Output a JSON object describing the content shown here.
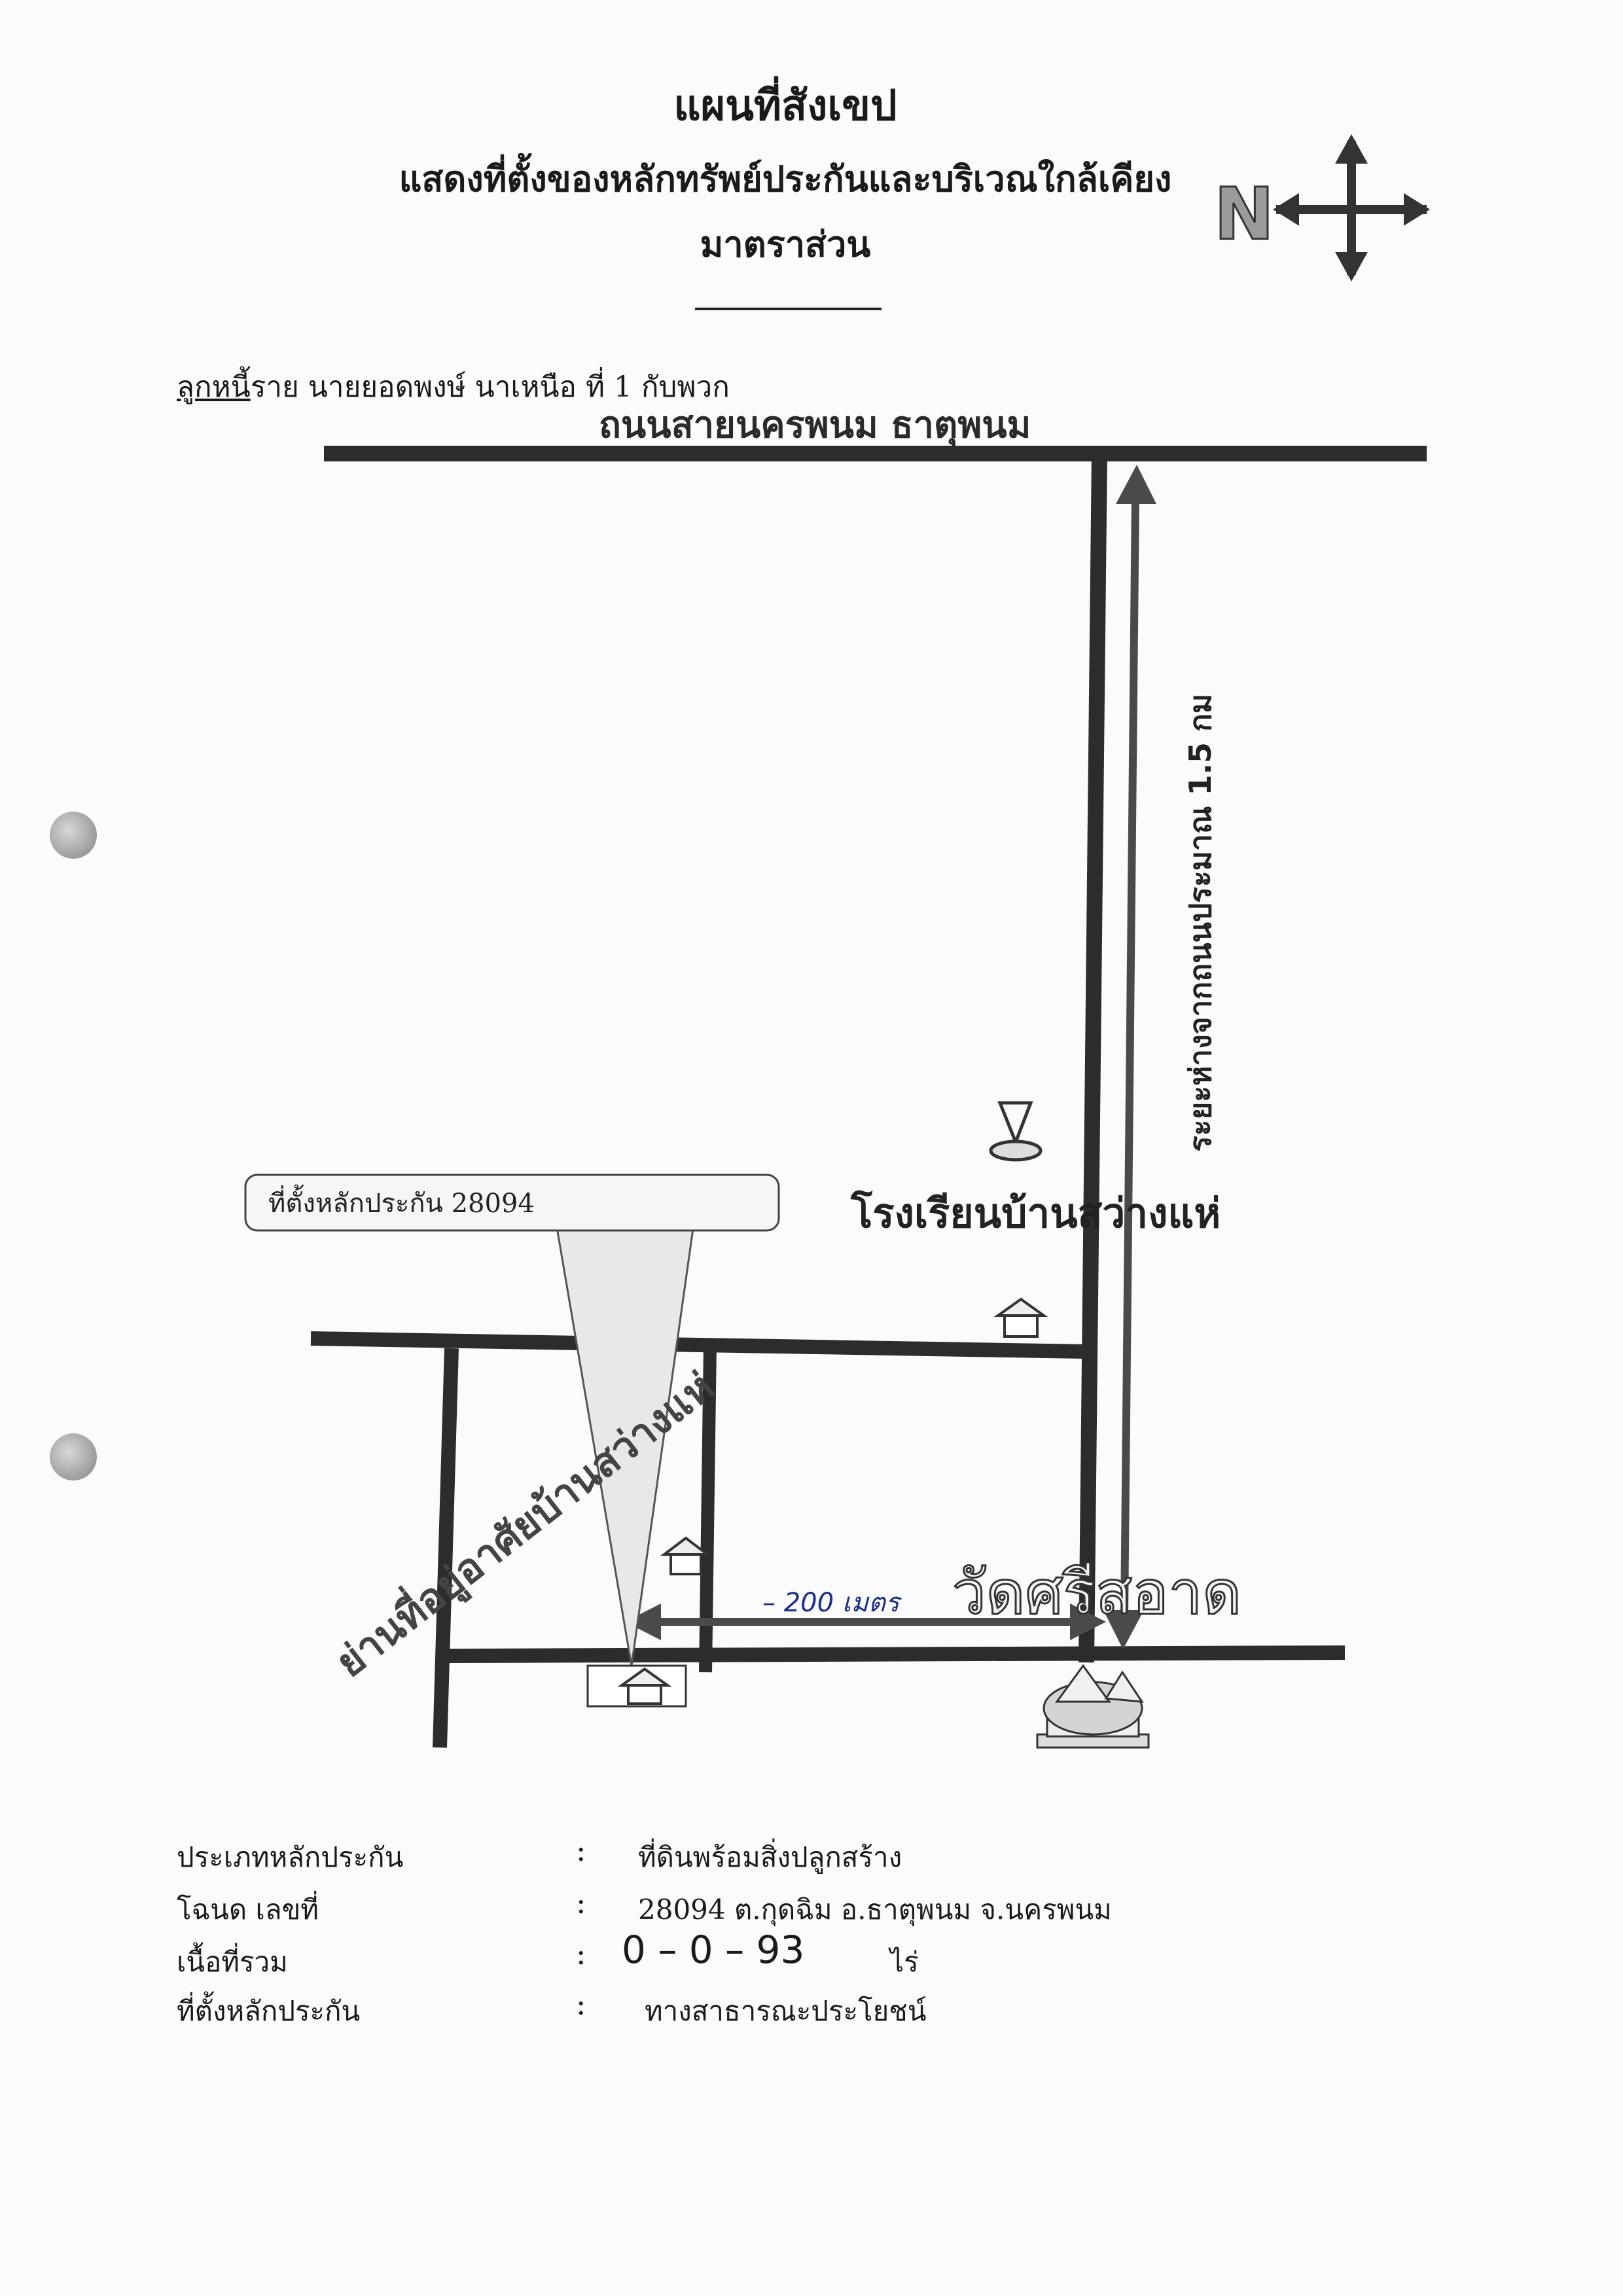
{
  "title": {
    "main": "แผนที่สังเขป",
    "sub": "แสดงที่ตั้งของหลักทรัพย์ประกันและบริเวณใกล้เคียง",
    "scale": "มาตราส่วน"
  },
  "compass": {
    "letter": "N",
    "icon": "north-arrow-icon"
  },
  "debtor": {
    "prefix": "ลูกหนี้",
    "text": "ราย  นายยอดพงษ์  นาเหนือ   ที่ 1   กับพวก"
  },
  "map": {
    "main_road_label": "ถนนสายนครพนม  ธาตุพนม",
    "distance_label": "ระยะห่างจากถนนประมาณ 1.5 กม",
    "school_label": "โรงเรียนบ้านสว่างแห่",
    "callout_label": "ที่ตั้งหลักประกัน  28094",
    "village_label": "ย่านที่อยู่อาศัยบ้านสว่างแห่",
    "temple_label": "วัดศรีสอาด",
    "handwritten_note": "– 200 เมตร",
    "icons": [
      "house-icon",
      "school-flag-icon",
      "temple-icon"
    ]
  },
  "info": {
    "rows": [
      {
        "label": "ประเภทหลักประกัน",
        "colon": ":",
        "value": "ที่ดินพร้อมสิ่งปลูกสร้าง"
      },
      {
        "label": "โฉนด เลขที่",
        "colon": ":",
        "value": "28094   ต.กุดฉิม      อ.ธาตุพนม      จ.นครพนม"
      },
      {
        "label": "เนื้อที่รวม",
        "colon": ":",
        "value": "0 – 0 –  93",
        "unit": "ไร่"
      },
      {
        "label": "ที่ตั้งหลักประกัน",
        "colon": ":",
        "value": "ทางสาธารณะประโยชน์"
      }
    ]
  },
  "colors": {
    "road": "#2c2c2c",
    "arrow": "#4a4a4a",
    "ink": "#1a2e8a",
    "callout_fill": "#e8e8ea"
  }
}
